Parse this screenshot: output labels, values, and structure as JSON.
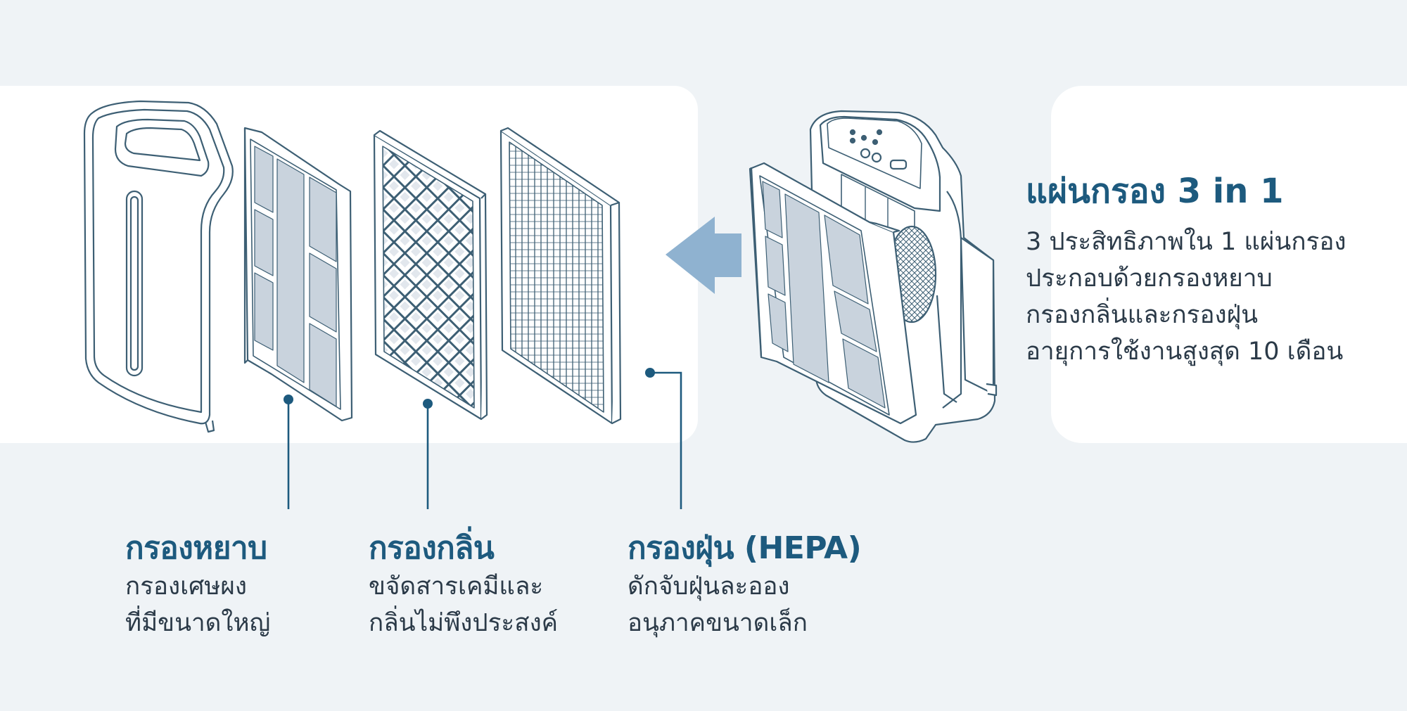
{
  "colors": {
    "background": "#eff3f6",
    "panel": "#ffffff",
    "line_art": "#3d5f74",
    "filter_fill": "#c9d3dd",
    "accent": "#1d5a7e",
    "arrow": "#8fb2d0",
    "body_text": "#2b3a48"
  },
  "info": {
    "title": "แผ่นกรอง 3 in 1",
    "lines": [
      "3 ประสิทธิภาพใน 1 แผ่นกรอง",
      "ประกอบด้วยกรองหยาบ",
      "กรองกลิ่นและกรองฝุ่น",
      "อายุการใช้งานสูงสุด 10 เดือน"
    ]
  },
  "filters": [
    {
      "title": "กรองหยาบ",
      "lines": [
        "กรองเศษผง",
        "ที่มีขนาดใหญ่"
      ]
    },
    {
      "title": "กรองกลิ่น",
      "lines": [
        "ขจัดสารเคมีและ",
        "กลิ่นไม่พึงประสงค์"
      ]
    },
    {
      "title": "กรองฝุ่น (HEPA)",
      "lines": [
        "ดักจับฝุ่นละออง",
        "อนุภาคขนาดเล็ก"
      ]
    }
  ],
  "icons": {
    "front_cover": "front-cover-illustration",
    "pre_filter": "pre-filter-illustration",
    "carbon_filter": "carbon-filter-illustration",
    "hepa_filter": "hepa-filter-illustration",
    "arrow": "arrow-left-icon",
    "purifier": "air-purifier-illustration"
  }
}
